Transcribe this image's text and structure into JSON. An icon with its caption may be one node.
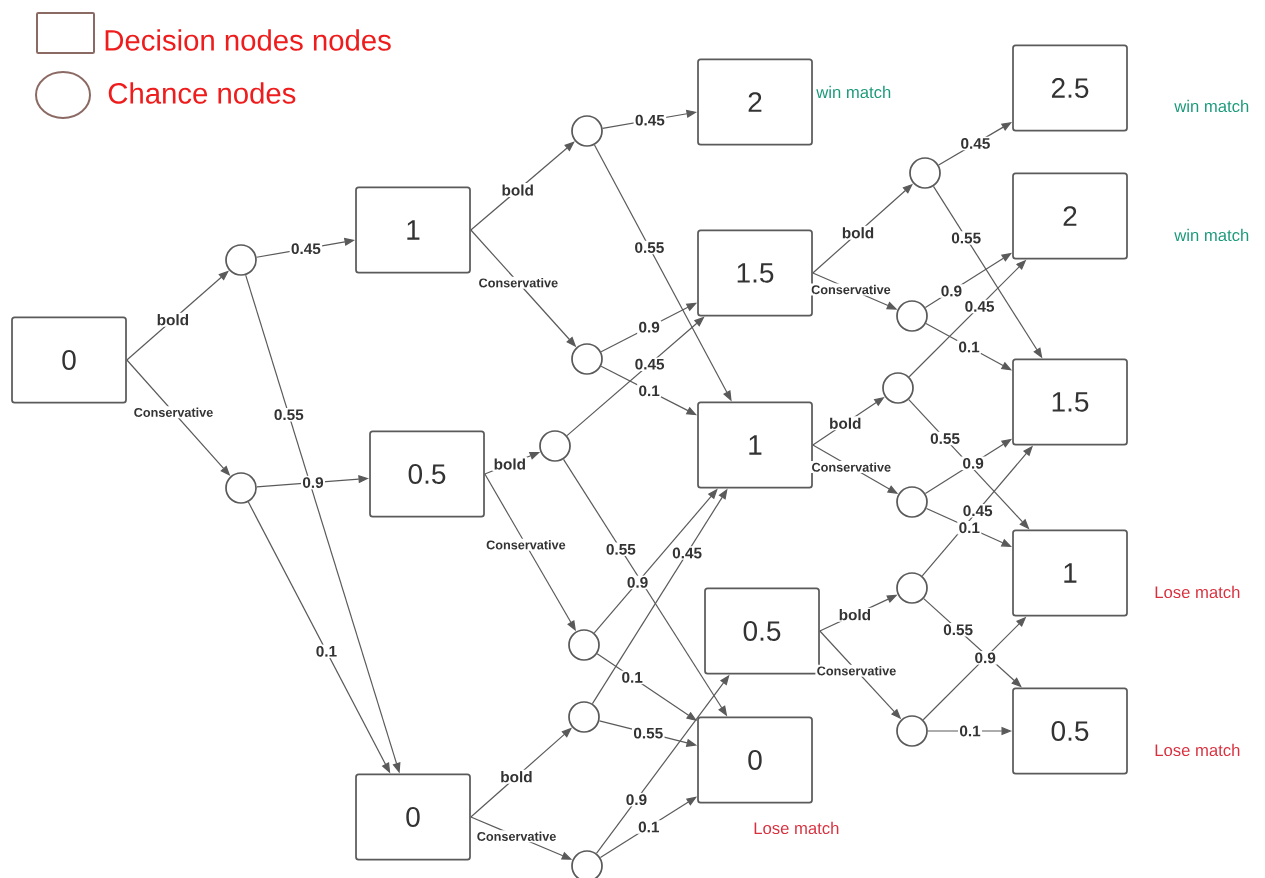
{
  "diagram": {
    "nodes": [
      {
        "text": [
          "0"
        ]
      },
      {
        "text": [],
        "shape": "circle"
      },
      {
        "text": [],
        "shape": "circle"
      },
      {
        "text": [
          "1"
        ]
      },
      {
        "text": [
          "0.5"
        ]
      },
      {
        "text": [
          "0"
        ]
      },
      {
        "text": [],
        "shape": "circle"
      },
      {
        "text": [],
        "shape": "circle"
      },
      {
        "text": [],
        "shape": "circle"
      },
      {
        "text": [],
        "shape": "circle"
      },
      {
        "text": [],
        "shape": "circle"
      },
      {
        "text": [],
        "shape": "circle"
      },
      {
        "text": [
          "2"
        ],
        "beside": [
          "win match"
        ]
      },
      {
        "text": [
          "1.5"
        ]
      },
      {
        "text": [
          "1"
        ]
      },
      {
        "text": [
          "0.5"
        ]
      },
      {
        "text": [
          "0"
        ],
        "beside": [
          "Lose match"
        ]
      },
      {
        "text": [],
        "shape": "circle"
      },
      {
        "text": [],
        "shape": "circle"
      },
      {
        "text": [],
        "shape": "circle"
      },
      {
        "text": [],
        "shape": "circle"
      },
      {
        "text": [],
        "shape": "circle"
      },
      {
        "text": [],
        "shape": "circle"
      },
      {
        "text": [
          "2.5"
        ],
        "beside": [
          "win match"
        ]
      },
      {
        "text": [
          "2"
        ],
        "beside": [
          "win match"
        ]
      },
      {
        "text": [
          "1.5"
        ]
      },
      {
        "text": [
          "1"
        ],
        "beside": [
          "Lose match"
        ]
      },
      {
        "text": [
          "0.5"
        ],
        "beside": [
          "Lose match"
        ]
      }
    ],
    "edges": [
      {
        "from": 0,
        "to": 1,
        "arrow": "to",
        "label": "bold"
      },
      {
        "from": 0,
        "to": 2,
        "arrow": "to",
        "label": "Conservative"
      },
      {
        "from": 1,
        "to": 3,
        "arrow": "to",
        "label": "0.45"
      },
      {
        "from": 1,
        "to": 5,
        "arrow": "to",
        "label": "0.55"
      },
      {
        "from": 2,
        "to": 4,
        "arrow": "to",
        "label": "0.9"
      },
      {
        "from": 2,
        "to": 5,
        "arrow": "to",
        "label": "0.1"
      },
      {
        "from": 3,
        "to": 6,
        "arrow": "to",
        "label": "bold"
      },
      {
        "from": 3,
        "to": 7,
        "arrow": "to",
        "label": "Conservative"
      },
      {
        "from": 4,
        "to": 8,
        "arrow": "to",
        "label": "bold"
      },
      {
        "from": 4,
        "to": 9,
        "arrow": "to",
        "label": "Conservative"
      },
      {
        "from": 5,
        "to": 10,
        "arrow": "to",
        "label": "bold"
      },
      {
        "from": 5,
        "to": 11,
        "arrow": "to",
        "label": "Conservative"
      },
      {
        "from": 6,
        "to": 12,
        "arrow": "to",
        "label": "0.45"
      },
      {
        "from": 6,
        "to": 14,
        "arrow": "to",
        "label": "0.55"
      },
      {
        "from": 7,
        "to": 13,
        "arrow": "to",
        "label": "0.9"
      },
      {
        "from": 7,
        "to": 14,
        "arrow": "to",
        "label": "0.1"
      },
      {
        "from": 8,
        "to": 13,
        "arrow": "to",
        "label": "0.45"
      },
      {
        "from": 8,
        "to": 16,
        "arrow": "to",
        "label": "0.55"
      },
      {
        "from": 9,
        "to": 14,
        "arrow": "to",
        "label": "0.9"
      },
      {
        "from": 9,
        "to": 16,
        "arrow": "to",
        "label": "0.1"
      },
      {
        "from": 10,
        "to": 14,
        "arrow": "to",
        "label": "0.45"
      },
      {
        "from": 10,
        "to": 16,
        "arrow": "to",
        "label": "0.55"
      },
      {
        "from": 11,
        "to": 15,
        "arrow": "to",
        "label": "0.9"
      },
      {
        "from": 11,
        "to": 16,
        "arrow": "to",
        "label": "0.1"
      },
      {
        "from": 13,
        "to": 17,
        "arrow": "to",
        "label": "bold"
      },
      {
        "from": 13,
        "to": 18,
        "arrow": "to",
        "label": "Conservative"
      },
      {
        "from": 14,
        "to": 19,
        "arrow": "to",
        "label": "bold"
      },
      {
        "from": 14,
        "to": 20,
        "arrow": "to",
        "label": "Conservative"
      },
      {
        "from": 15,
        "to": 21,
        "arrow": "to",
        "label": "bold"
      },
      {
        "from": 15,
        "to": 22,
        "arrow": "to",
        "label": "Conservative"
      },
      {
        "from": 17,
        "to": 23,
        "arrow": "to",
        "label": "0.45"
      },
      {
        "from": 17,
        "to": 25,
        "arrow": "to",
        "label": "0.55"
      },
      {
        "from": 18,
        "to": 24,
        "arrow": "to",
        "label": "0.9"
      },
      {
        "from": 18,
        "to": 25,
        "arrow": "to",
        "label": "0.1"
      },
      {
        "from": 19,
        "to": 24,
        "arrow": "to",
        "label": "0.45"
      },
      {
        "from": 19,
        "to": 26,
        "arrow": "to",
        "label": "0.55"
      },
      {
        "from": 20,
        "to": 25,
        "arrow": "to",
        "label": "0.9"
      },
      {
        "from": 20,
        "to": 26,
        "arrow": "to",
        "label": "0.1"
      },
      {
        "from": 21,
        "to": 25,
        "arrow": "to",
        "label": "0.45"
      },
      {
        "from": 21,
        "to": 27,
        "arrow": "to",
        "label": "0.55"
      },
      {
        "from": 22,
        "to": 26,
        "arrow": "to",
        "label": "0.9"
      },
      {
        "from": 22,
        "to": 27,
        "arrow": "to",
        "label": "0.1"
      }
    ],
    "legend": [
      {
        "text": "Decision nodes nodes"
      },
      {
        "text": "Chance nodes"
      }
    ]
  }
}
